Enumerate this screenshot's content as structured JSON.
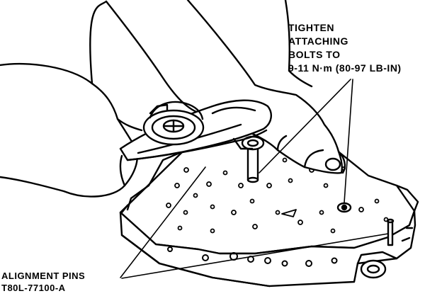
{
  "callouts": {
    "torque": {
      "lines": [
        "TIGHTEN",
        "ATTACHING",
        "BOLTS TO",
        "9-11 N·m (80-97 LB-IN)"
      ]
    },
    "alignment_pins": {
      "lines": [
        "ALIGNMENT PINS",
        "T80L-77100-A"
      ]
    }
  },
  "colors": {
    "ink": "#000000",
    "paper": "#ffffff"
  }
}
